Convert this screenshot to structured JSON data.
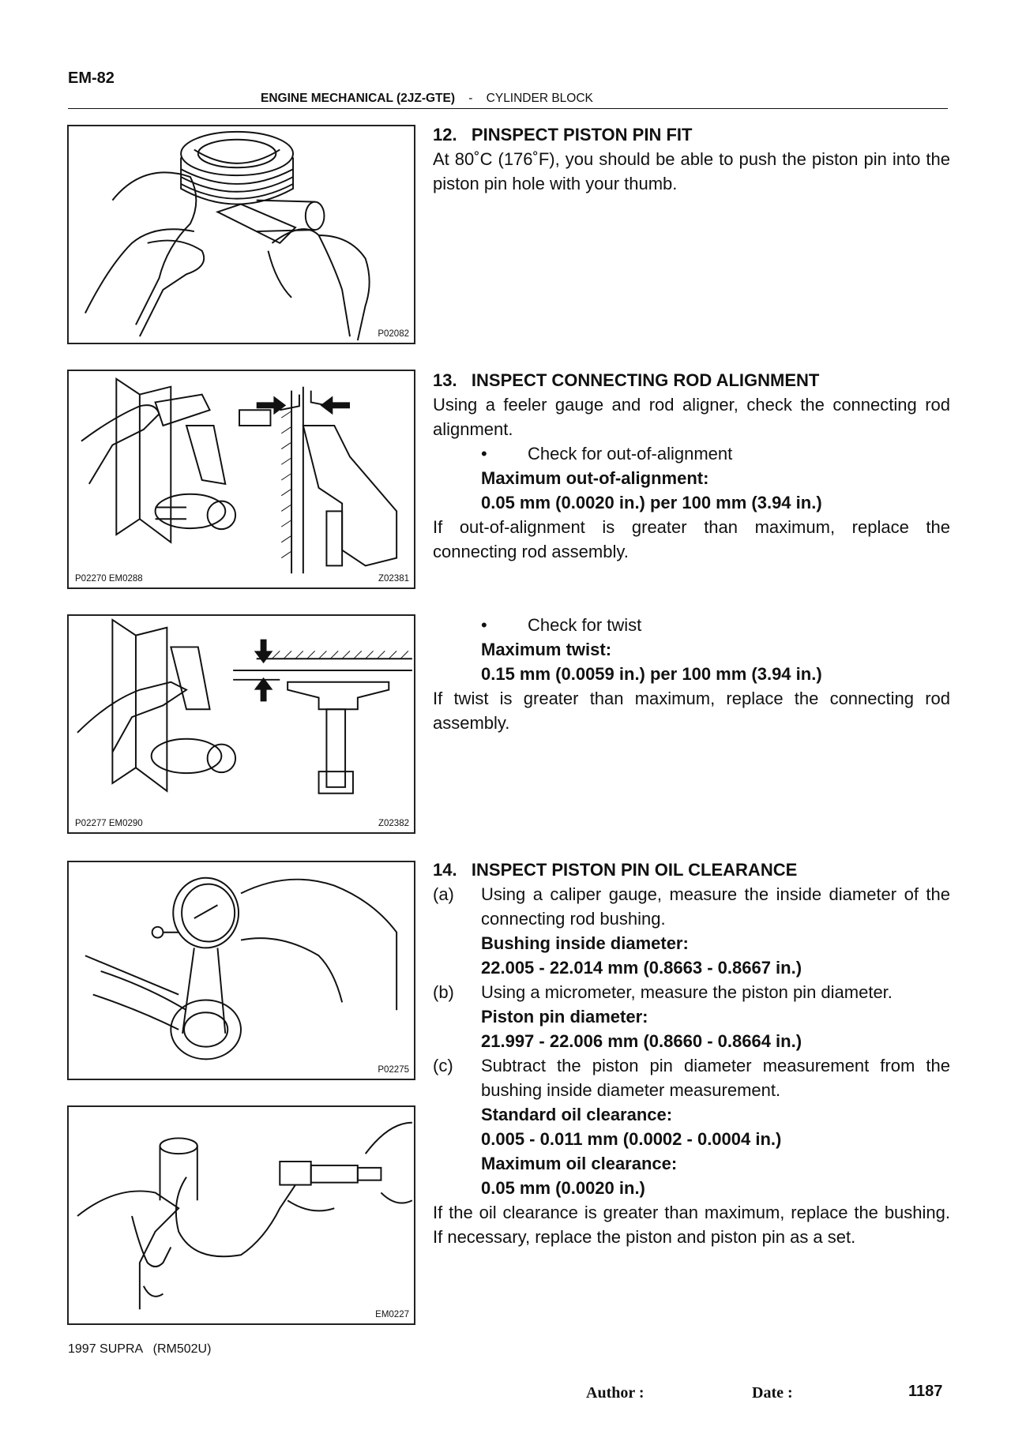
{
  "header": {
    "page_code": "EM-82",
    "section_bold": "ENGINE MECHANICAL (2JZ-GTE)",
    "separator": "-",
    "section_sub": "CYLINDER BLOCK"
  },
  "figures": [
    {
      "codes_right": "P02082",
      "codes_left": ""
    },
    {
      "codes_right": "Z02381",
      "codes_left": "P02270 EM0288"
    },
    {
      "codes_right": "Z02382",
      "codes_left": "P02277 EM0290"
    },
    {
      "codes_right": "P02275",
      "codes_left": ""
    },
    {
      "codes_right": "EM0227",
      "codes_left": ""
    }
  ],
  "step12": {
    "heading": "12.   PINSPECT PISTON PIN FIT",
    "body": "At 80˚C (176˚F), you should be able to push the piston pin into the piston pin hole with your thumb."
  },
  "step13": {
    "heading": "13.   INSPECT CONNECTING ROD ALIGNMENT",
    "body": "Using a feeler gauge and rod aligner, check the connecting rod alignment.",
    "bullet": "Check for out-of-alignment",
    "spec_label": "Maximum out-of-alignment:",
    "spec_value": "0.05 mm (0.0020 in.) per 100 mm (3.94 in.)",
    "after": "If out-of-alignment is greater than maximum, replace the connecting rod assembly."
  },
  "twist": {
    "bullet": "Check for twist",
    "spec_label": "Maximum twist:",
    "spec_value": "0.15 mm (0.0059 in.) per 100 mm (3.94 in.)",
    "after": "If twist is greater than maximum, replace the connecting rod assembly."
  },
  "step14": {
    "heading": "14.   INSPECT PISTON PIN OIL CLEARANCE",
    "a_label": "(a)",
    "a_text": "Using a caliper gauge, measure the inside diameter of the connecting rod bushing.",
    "a_spec_label": "Bushing inside diameter:",
    "a_spec_value": "22.005 - 22.014 mm (0.8663 - 0.8667 in.)",
    "b_label": "(b)",
    "b_text": "Using a micrometer, measure the piston pin diameter.",
    "b_spec_label": "Piston pin diameter:",
    "b_spec_value": "21.997 - 22.006 mm (0.8660 - 0.8664 in.)",
    "c_label": "(c)",
    "c_text": "Subtract the piston pin diameter measurement from the bushing inside diameter measurement.",
    "c_spec1_label": "Standard oil clearance:",
    "c_spec1_value": "0.005 - 0.011 mm (0.0002 - 0.0004 in.)",
    "c_spec2_label": "Maximum oil clearance:",
    "c_spec2_value": "0.05 mm (0.0020 in.)",
    "after": "If the oil clearance is greater than maximum, replace the bushing. If necessary, replace the piston and piston pin as a set."
  },
  "footer": {
    "model": "1997 SUPRA   (RM502U)",
    "author": "Author :",
    "date": "Date :",
    "page_number": "1187"
  }
}
